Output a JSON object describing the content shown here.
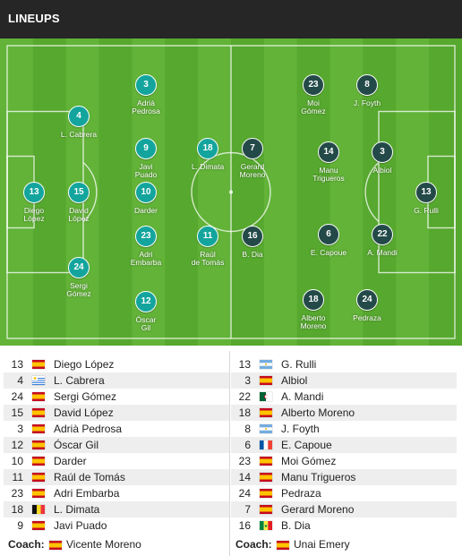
{
  "header": {
    "title": "LINEUPS"
  },
  "colors": {
    "header_bg": "#262626",
    "pitch_light": "#62b338",
    "pitch_dark": "#56a82e",
    "home_dot": "#13a59d",
    "away_dot": "#234a48"
  },
  "pitch": {
    "home": [
      {
        "num": "13",
        "name": "Diego\nLópez"
      },
      {
        "num": "4",
        "name": "L. Cabrera"
      },
      {
        "num": "15",
        "name": "David\nLópez"
      },
      {
        "num": "24",
        "name": "Sergi\nGómez"
      },
      {
        "num": "3",
        "name": "Adrià\nPedrosa"
      },
      {
        "num": "9",
        "name": "Javi\nPuado"
      },
      {
        "num": "10",
        "name": "Darder"
      },
      {
        "num": "23",
        "name": "Adri\nEmbarba"
      },
      {
        "num": "12",
        "name": "Óscar\nGil"
      },
      {
        "num": "18",
        "name": "L. Dimata"
      },
      {
        "num": "11",
        "name": "Raúl\nde Tomás"
      }
    ],
    "away": [
      {
        "num": "7",
        "name": "Gerard\nMoreno"
      },
      {
        "num": "16",
        "name": "B. Dia"
      },
      {
        "num": "23",
        "name": "Moi\nGómez"
      },
      {
        "num": "14",
        "name": "Manu\nTrigueros"
      },
      {
        "num": "6",
        "name": "E. Capoue"
      },
      {
        "num": "18",
        "name": "Alberto\nMoreno"
      },
      {
        "num": "8",
        "name": "J. Foyth"
      },
      {
        "num": "3",
        "name": "Albiol"
      },
      {
        "num": "22",
        "name": "A. Mandi"
      },
      {
        "num": "24",
        "name": "Pedraza"
      },
      {
        "num": "13",
        "name": "G. Rulli"
      }
    ]
  },
  "lineup_left": [
    {
      "num": "13",
      "flag": "spain",
      "name": "Diego López"
    },
    {
      "num": "4",
      "flag": "uruguay",
      "name": "L. Cabrera"
    },
    {
      "num": "24",
      "flag": "spain",
      "name": "Sergi Gómez"
    },
    {
      "num": "15",
      "flag": "spain",
      "name": "David López"
    },
    {
      "num": "3",
      "flag": "spain",
      "name": "Adrià Pedrosa"
    },
    {
      "num": "12",
      "flag": "spain",
      "name": "Óscar Gil"
    },
    {
      "num": "10",
      "flag": "spain",
      "name": "Darder"
    },
    {
      "num": "11",
      "flag": "spain",
      "name": "Raúl de Tomás"
    },
    {
      "num": "23",
      "flag": "spain",
      "name": "Adri Embarba"
    },
    {
      "num": "18",
      "flag": "belgium",
      "name": "L. Dimata"
    },
    {
      "num": "9",
      "flag": "spain",
      "name": "Javi Puado"
    }
  ],
  "lineup_right": [
    {
      "num": "13",
      "flag": "argentina",
      "name": "G. Rulli"
    },
    {
      "num": "3",
      "flag": "spain",
      "name": "Albiol"
    },
    {
      "num": "22",
      "flag": "algeria",
      "name": "A. Mandi"
    },
    {
      "num": "18",
      "flag": "spain",
      "name": "Alberto Moreno"
    },
    {
      "num": "8",
      "flag": "argentina",
      "name": "J. Foyth"
    },
    {
      "num": "6",
      "flag": "france",
      "name": "E. Capoue"
    },
    {
      "num": "23",
      "flag": "spain",
      "name": "Moi Gómez"
    },
    {
      "num": "14",
      "flag": "spain",
      "name": "Manu Trigueros"
    },
    {
      "num": "24",
      "flag": "spain",
      "name": "Pedraza"
    },
    {
      "num": "7",
      "flag": "spain",
      "name": "Gerard Moreno"
    },
    {
      "num": "16",
      "flag": "senegal",
      "name": "B. Dia"
    }
  ],
  "coaches": {
    "label": "Coach:",
    "left": {
      "flag": "spain",
      "name": "Vicente Moreno"
    },
    "right": {
      "flag": "spain",
      "name": "Unai Emery"
    }
  }
}
